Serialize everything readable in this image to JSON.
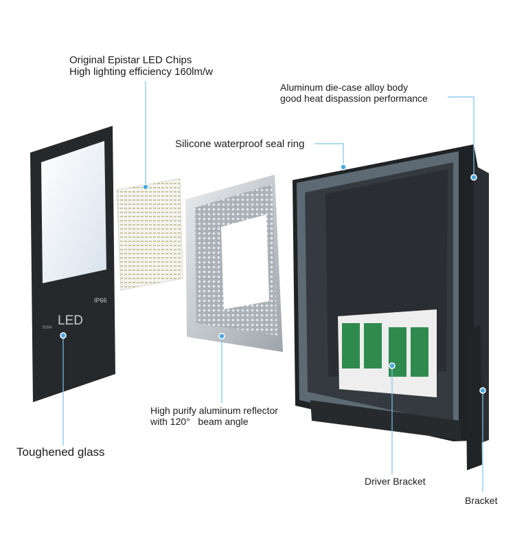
{
  "labels": {
    "led_chips": {
      "line1": "Original Epistar LED Chips",
      "line2": "High lighting efficiency 160lm/w"
    },
    "alloy_body": {
      "line1": "Aluminum die-case alloy body",
      "line2": "good heat dispassion performance"
    },
    "seal_ring": "Silicone waterproof seal ring",
    "reflector": {
      "line1": "High purify aluminum reflector",
      "line2": "with 120°   beam angle"
    },
    "toughened_glass": "Toughened glass",
    "driver_bracket": "Driver Bracket",
    "bracket": "Bracket"
  },
  "panel_text": {
    "brand": "LED",
    "rating": "IP66",
    "model": "5054"
  },
  "colors": {
    "callout_line": "#7cc4e8",
    "callout_dot": "#4aa8de",
    "housing": "#1f2326",
    "glass": "#eef3f8",
    "pcb": "#2f8a4e"
  }
}
